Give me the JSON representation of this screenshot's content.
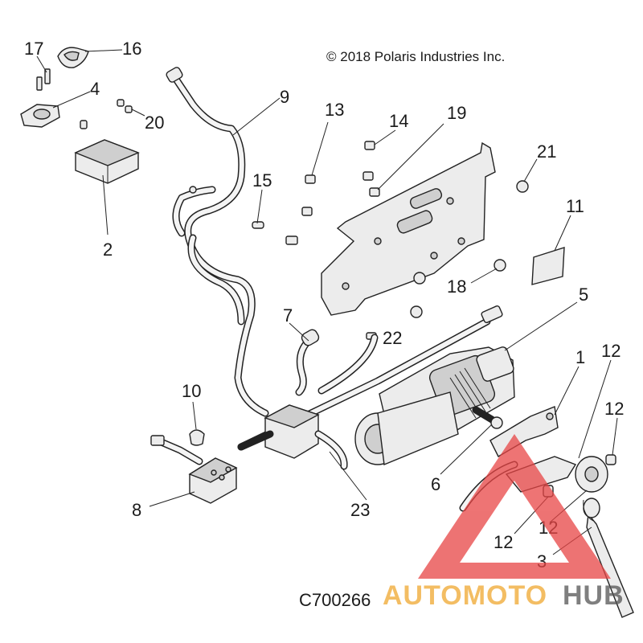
{
  "copyright": "© 2018 Polaris Industries Inc.",
  "diagram_code": "C700266",
  "watermark": {
    "part1": "AUTOMOTO",
    "part2": "HUB",
    "color_primary": "#f0a830",
    "color_secondary": "#555555",
    "triangle_color": "#e84545"
  },
  "callouts": {
    "c1": "1",
    "c2": "2",
    "c3": "3",
    "c4": "4",
    "c5": "5",
    "c6": "6",
    "c7": "7",
    "c8": "8",
    "c9": "9",
    "c10": "10",
    "c11": "11",
    "c12a": "12",
    "c12b": "12",
    "c12c": "12",
    "c12d": "12",
    "c13": "13",
    "c14": "14",
    "c15": "15",
    "c16": "16",
    "c17": "17",
    "c18": "18",
    "c19": "19",
    "c20": "20",
    "c21": "21",
    "c22": "22",
    "c23": "23"
  }
}
